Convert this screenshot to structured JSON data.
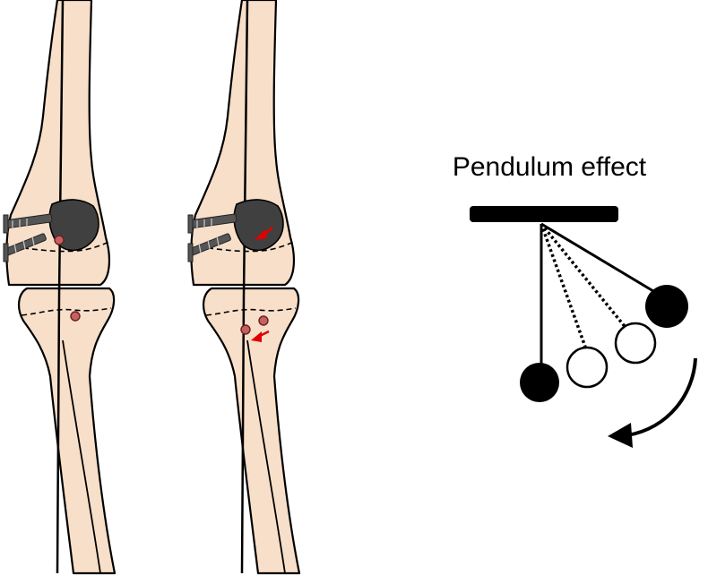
{
  "title": "Pendulum effect",
  "icons": {
    "pendulum": "pendulum-icon",
    "swing_arrow": "curved-arrow-icon",
    "correction_arrow": "red-arrow-icon"
  },
  "colors": {
    "bone": "#f8dfc9",
    "defect": "#404040",
    "marker": "#c46060",
    "arrow": "#e00000",
    "outline": "#000000"
  },
  "knees": [
    {
      "id": "knee-before",
      "has_correction_arrows": false
    },
    {
      "id": "knee-after",
      "has_correction_arrows": true
    }
  ]
}
